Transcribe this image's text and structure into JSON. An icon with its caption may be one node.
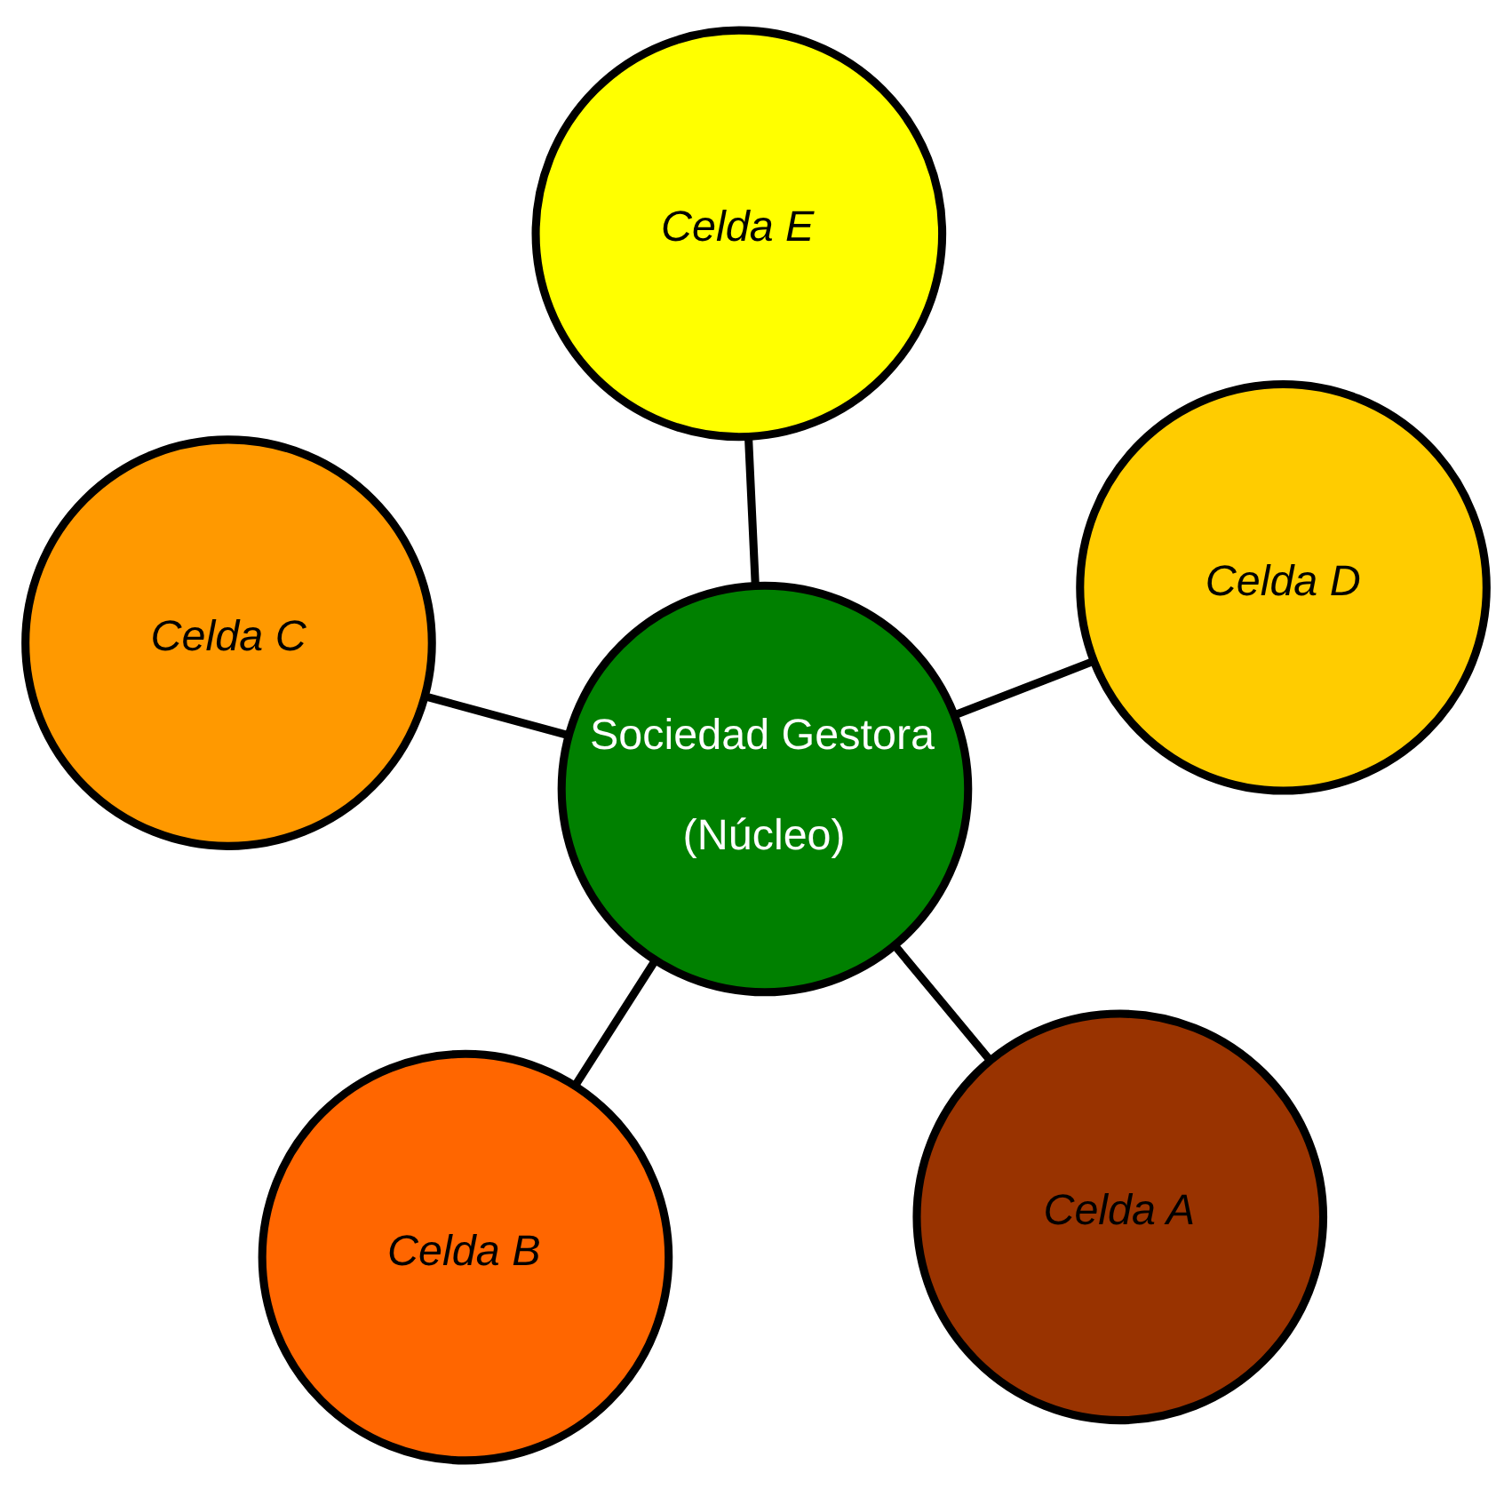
{
  "diagram": {
    "nodes": [
      {
        "text": [
          "Sociedad Gestora",
          "(Núcleo)"
        ]
      },
      {
        "text": [
          "Celda A"
        ]
      },
      {
        "text": [
          "Celda B"
        ]
      },
      {
        "text": [
          "Celda C"
        ]
      },
      {
        "text": [
          "Celda D"
        ]
      },
      {
        "text": [
          "Celda E"
        ]
      }
    ],
    "edges": [
      {
        "from": 0,
        "to": 1,
        "arrow": "none"
      },
      {
        "from": 0,
        "to": 2,
        "arrow": "none"
      },
      {
        "from": 0,
        "to": 3,
        "arrow": "none"
      },
      {
        "from": 0,
        "to": 4,
        "arrow": "none"
      },
      {
        "from": 0,
        "to": 5,
        "arrow": "none"
      }
    ]
  }
}
